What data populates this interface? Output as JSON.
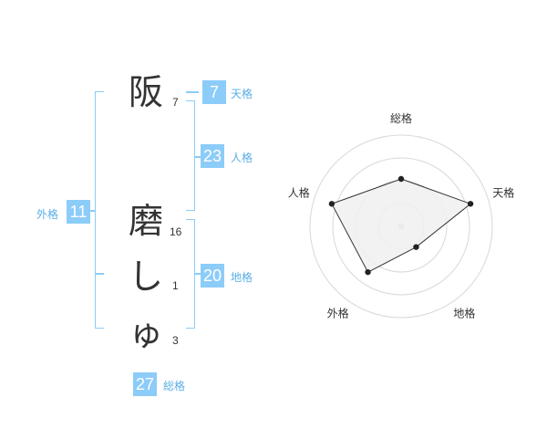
{
  "colors": {
    "badge_bg": "#8cccf8",
    "label_text": "#5aaee6",
    "bracket": "#8cccf8",
    "char_text": "#333333",
    "radar_fill": "#f0f0f0",
    "radar_line": "#333333",
    "grid_ring": "#d8d8d8"
  },
  "name": {
    "characters": [
      {
        "char": "阪",
        "strokes": "7"
      },
      {
        "char": "磨",
        "strokes": "16"
      },
      {
        "char": "し",
        "strokes": "1"
      },
      {
        "char": "ゅ",
        "strokes": "3"
      }
    ]
  },
  "kakusu": {
    "tenkaku": {
      "value": "7",
      "label": "天格"
    },
    "jinkaku": {
      "value": "23",
      "label": "人格"
    },
    "chikaku": {
      "value": "20",
      "label": "地格"
    },
    "gaikaku": {
      "value": "11",
      "label": "外格"
    },
    "soukaku": {
      "value": "27",
      "label": "総格"
    }
  },
  "chart_data": {
    "type": "radar",
    "axes": [
      "総格",
      "天格",
      "地格",
      "外格",
      "人格"
    ],
    "scale": [
      0,
      5
    ],
    "rings": 4,
    "values": [
      2.6,
      4.0,
      1.4,
      3.1,
      4.0
    ]
  }
}
